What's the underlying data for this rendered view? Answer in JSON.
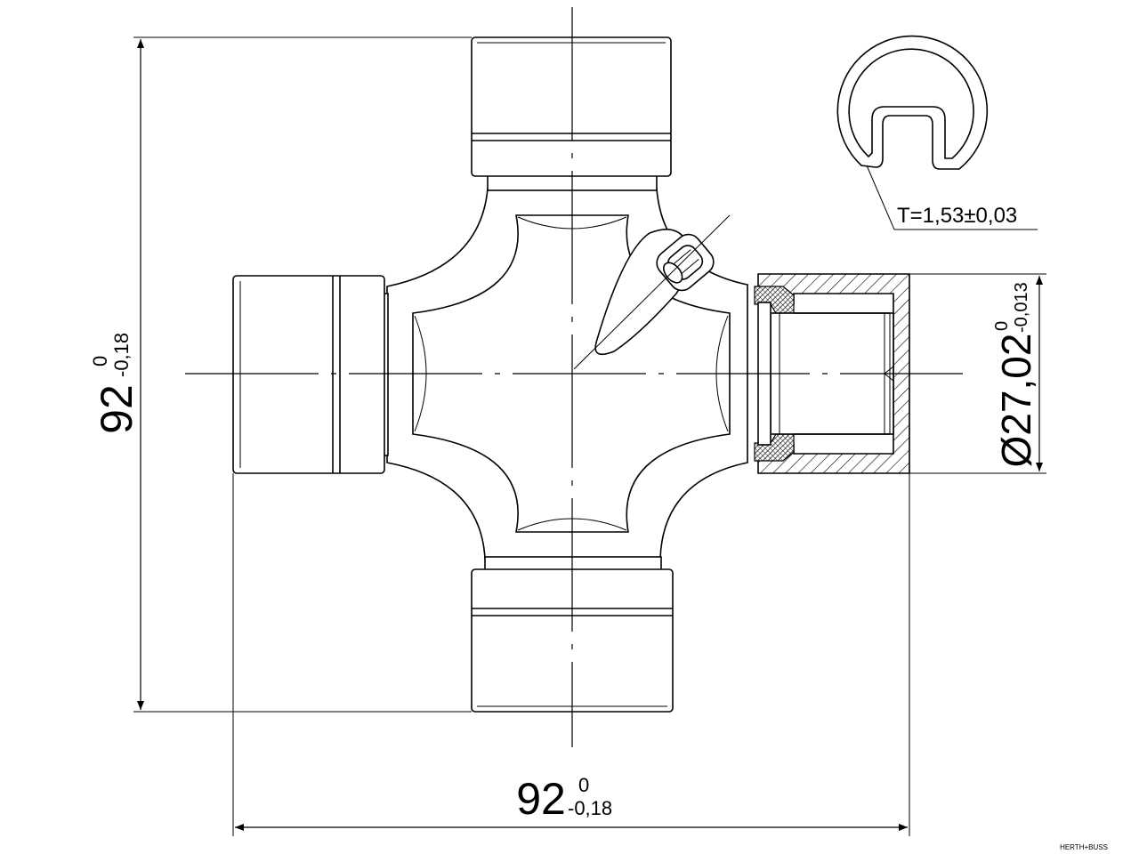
{
  "drawing": {
    "dimension_height": {
      "value": "92",
      "upper_tol": "0",
      "lower_tol": "-0,18"
    },
    "dimension_width": {
      "value": "92",
      "upper_tol": "0",
      "lower_tol": "-0,18"
    },
    "dimension_bearing": {
      "value": "Ø27,02",
      "upper_tol": "0",
      "lower_tol": "-0,013"
    },
    "circlip_thickness": "T=1,53±0,03",
    "watermark": "HERTH+BUSS"
  }
}
